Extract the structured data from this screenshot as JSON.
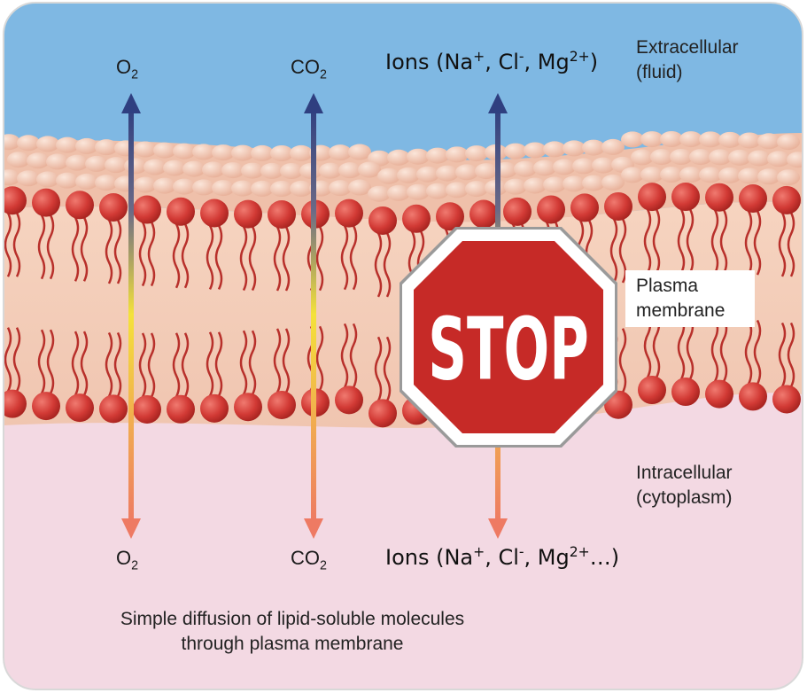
{
  "regions": {
    "extracellular": [
      "Extracellular",
      "(fluid)"
    ],
    "membrane": [
      "Plasma",
      "membrane"
    ],
    "intracellular": [
      "Intracellular",
      "(cytoplasm)"
    ]
  },
  "molecules": {
    "o2_base": "O",
    "o2_sub": "2",
    "co2_base": "CO",
    "co2_sub": "2",
    "ions_top": {
      "a": "Ions (Na",
      "a_sup": "+",
      "b": ", Cl",
      "b_sup": "-",
      "c": ", Mg",
      "c_sup": "2+",
      "d": ")"
    },
    "ions_bottom": {
      "a": "Ions (Na",
      "a_sup": "+",
      "b": ", Cl",
      "b_sup": "-",
      "c": ", Mg",
      "c_sup": "2+",
      "d": "…)"
    }
  },
  "stop_sign": {
    "text": "STOP",
    "color": "#c62a27"
  },
  "caption": [
    "Simple diffusion of lipid-soluble molecules",
    "through plasma membrane"
  ],
  "colors": {
    "extracellular": "#7fb8e3",
    "intracellular": "#f3d9e3",
    "phospholipid_head": "#d23a35",
    "arrow_top": "#2f3f80",
    "arrow_middle": "#f2e23a",
    "arrow_bottom": "#ee7a63"
  }
}
